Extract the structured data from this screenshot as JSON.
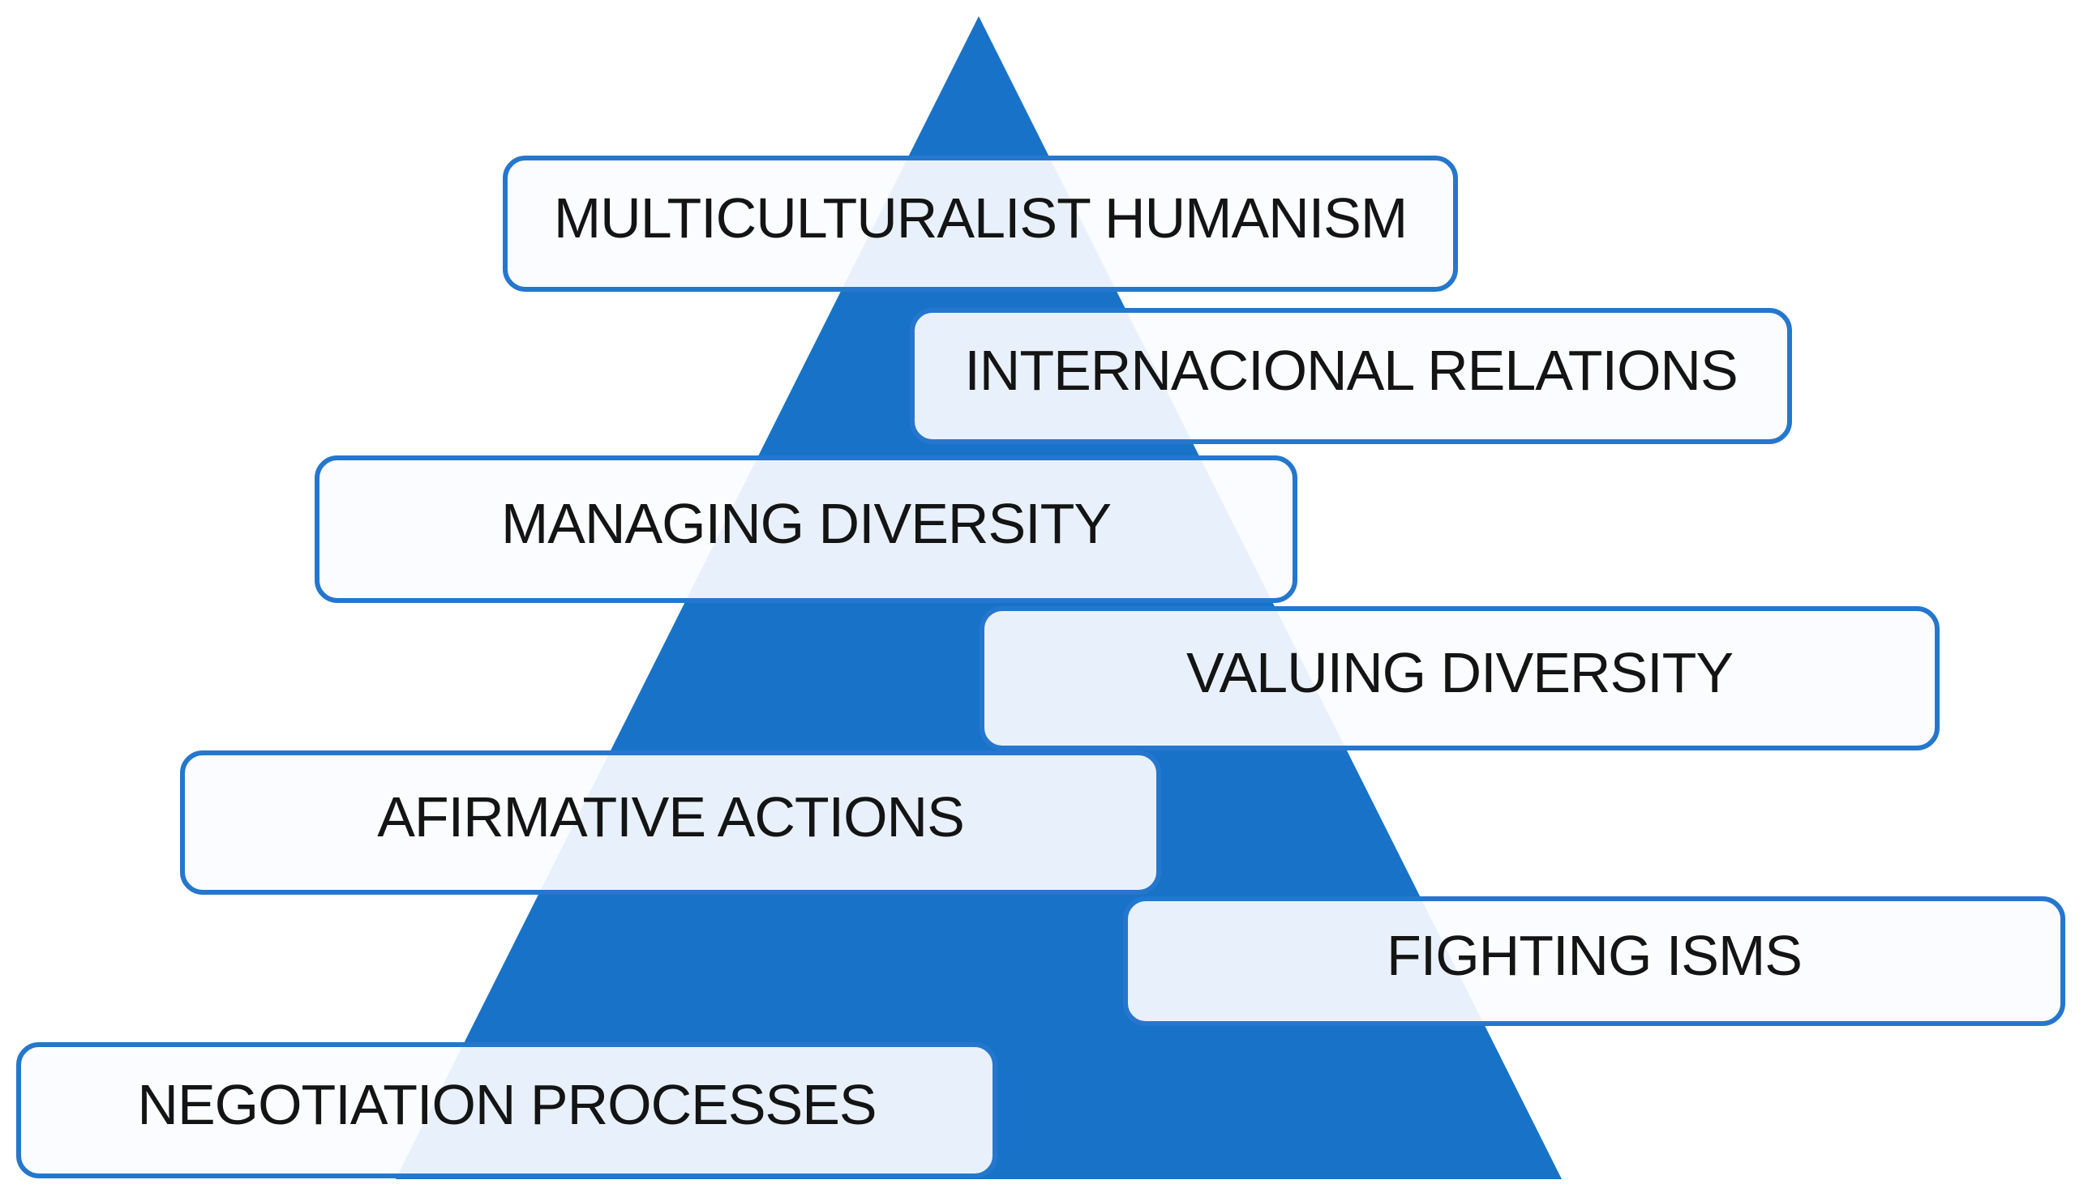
{
  "diagram": {
    "type": "pyramid",
    "shape": "triangle"
  },
  "colors": {
    "pyramid": "#1873C8",
    "box_border": "#2577CD",
    "box_fill": "rgba(251,252,255,0.92)",
    "text": "#141414"
  },
  "levels": [
    {
      "label": "MULTICULTURALIST HUMANISM"
    },
    {
      "label": "INTERNACIONAL RELATIONS"
    },
    {
      "label": "MANAGING DIVERSITY"
    },
    {
      "label": "VALUING DIVERSITY"
    },
    {
      "label": "AFIRMATIVE ACTIONS"
    },
    {
      "label": "FIGHTING ISMS"
    },
    {
      "label": "NEGOTIATION PROCESSES"
    }
  ]
}
